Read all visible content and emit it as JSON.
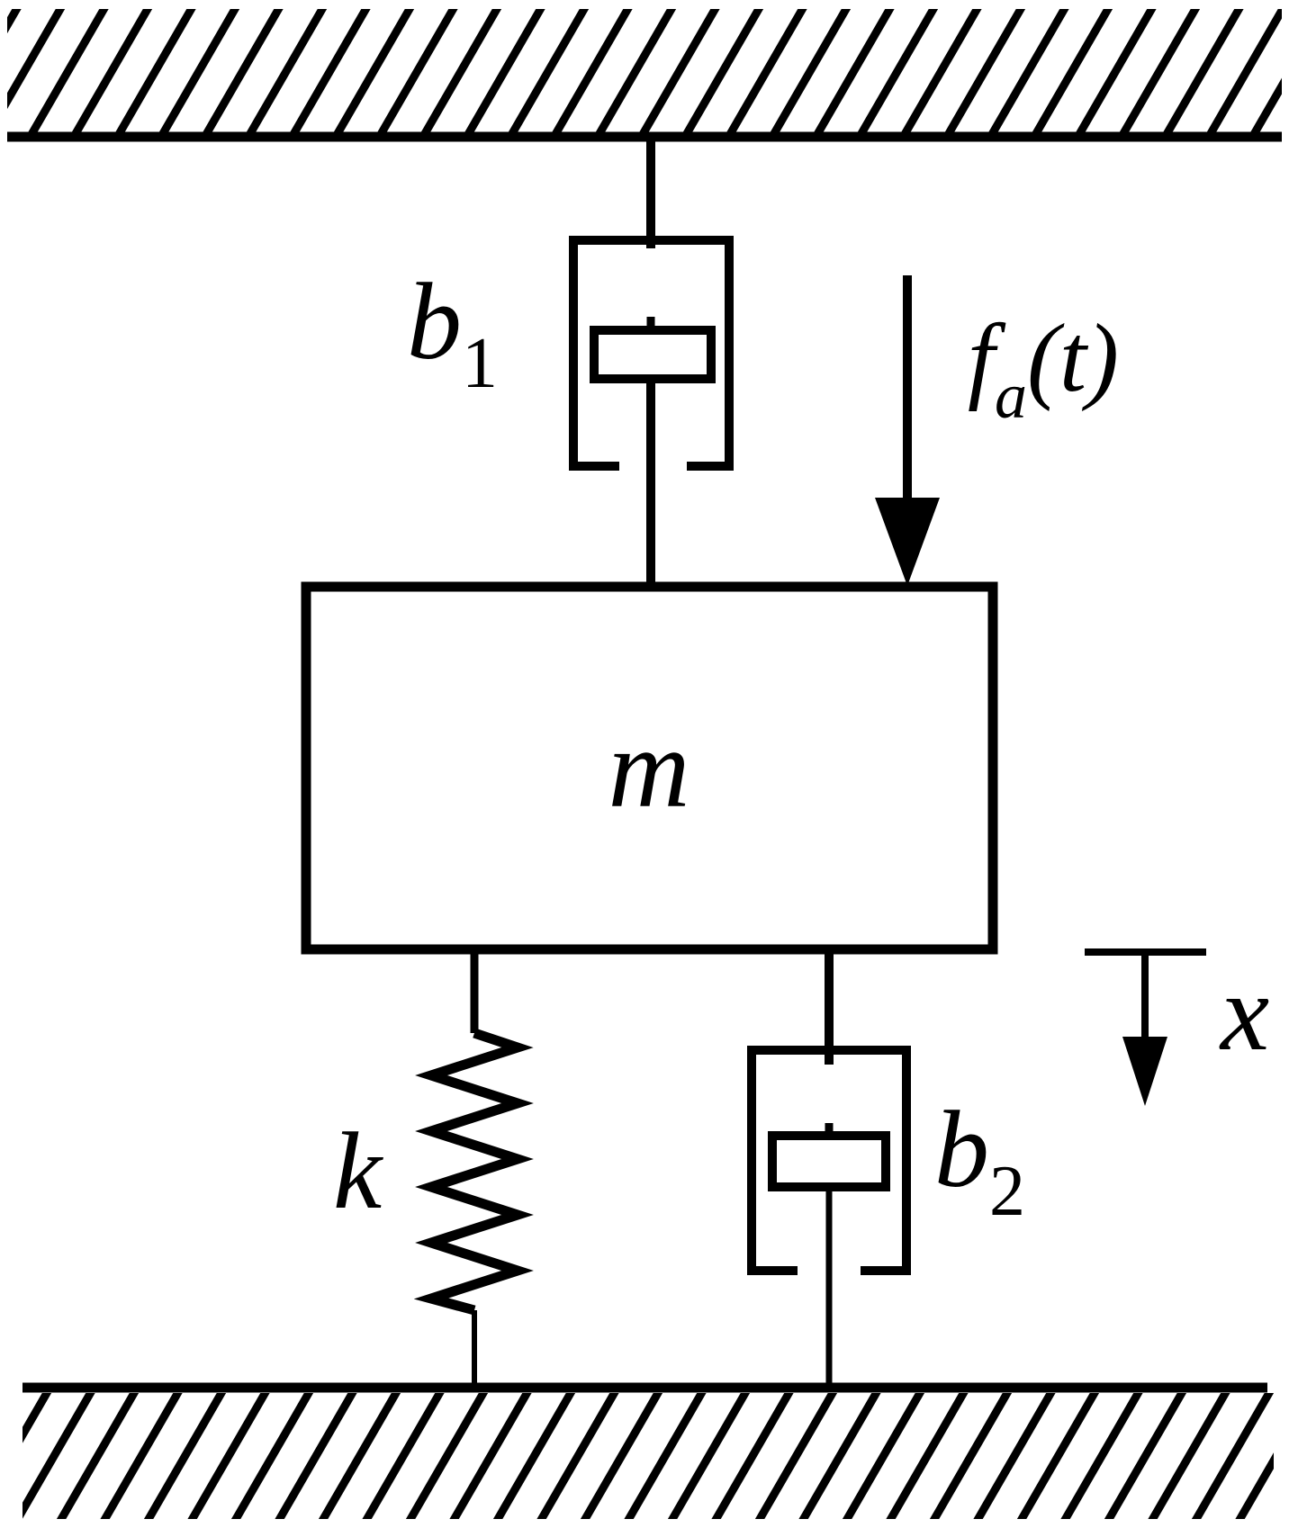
{
  "diagram": {
    "kind": "mass-spring-damper-schematic",
    "colors": {
      "ink": "#000000",
      "background": "#ffffff"
    },
    "labels": {
      "damper1": {
        "base": "b",
        "sub": "1"
      },
      "damper2": {
        "base": "b",
        "sub": "2"
      },
      "mass": "m",
      "spring": "k",
      "force": {
        "base": "f",
        "sub": "a",
        "suffix": "(t)"
      },
      "displacement": "x"
    }
  }
}
